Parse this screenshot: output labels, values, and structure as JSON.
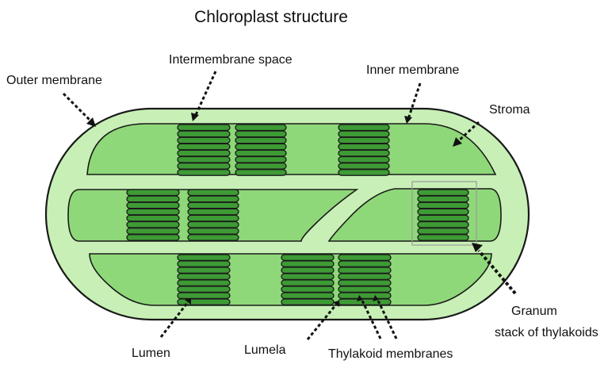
{
  "diagram": {
    "title": "Chloroplast structure",
    "labels": {
      "outer_membrane": "Outer membrane",
      "intermembrane_space": "Intermembrane space",
      "inner_membrane": "Inner membrane",
      "stroma": "Stroma",
      "granum_line1": "Granum",
      "granum_line2": "stack of thylakoids",
      "lumen": "Lumen",
      "lumela": "Lumela",
      "thylakoid_membranes": "Thylakoid membranes"
    },
    "colors": {
      "outer_fill": "#c8f0b6",
      "inner_fill": "#8fd879",
      "thylakoid_fill": "#3e9a35",
      "outline": "#1a1a1a",
      "highlight_box": "#9a9a9a"
    }
  }
}
